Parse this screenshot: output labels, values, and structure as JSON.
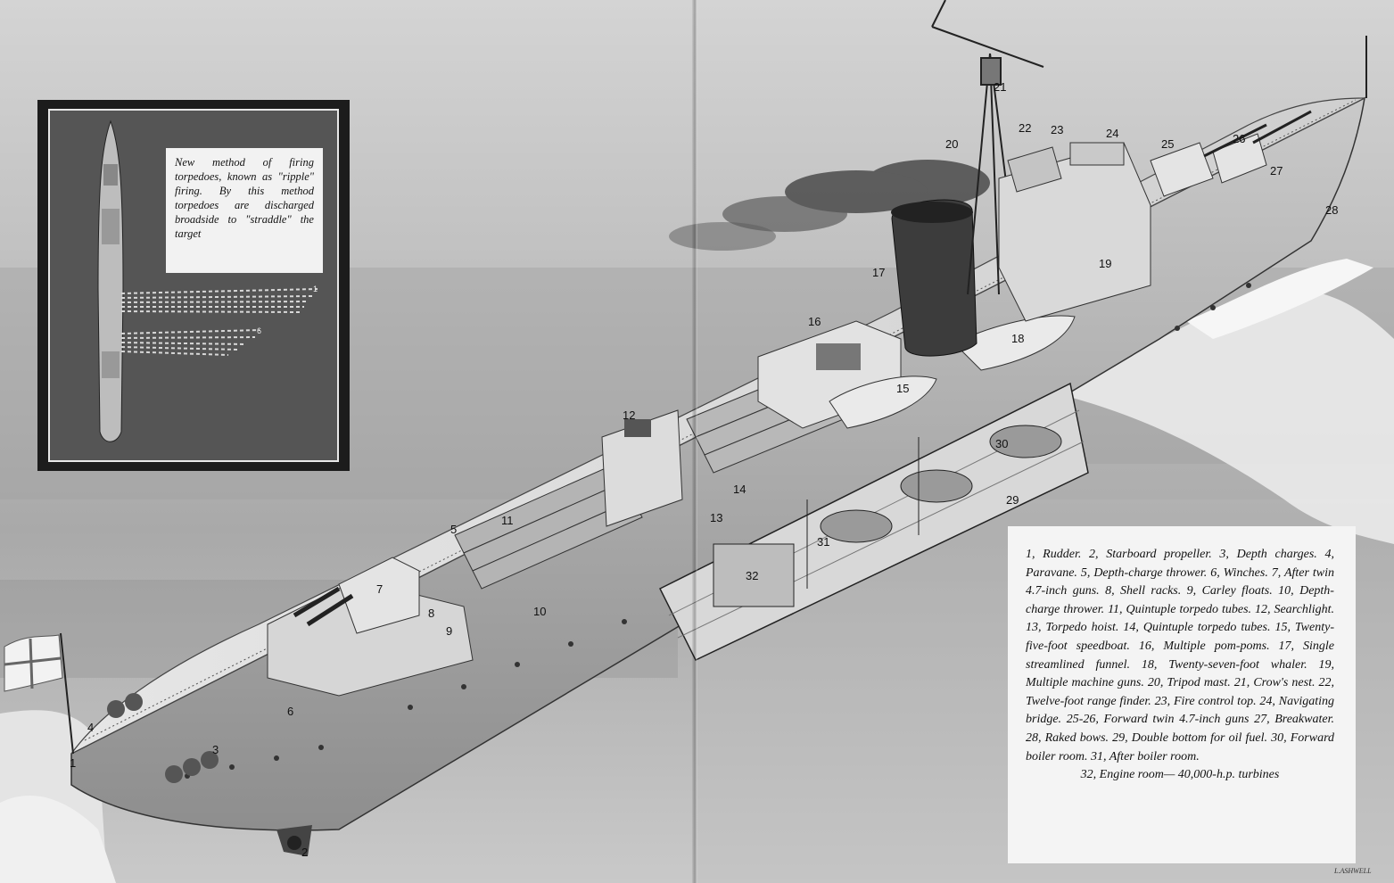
{
  "inset": {
    "caption": "New method of firing torpedoes, known as \"ripple\" firing. By this method torpedoes are discharged broadside to \"straddle\" the target",
    "ripple_labels_upper": [
      "1"
    ],
    "ripple_labels_lower": [
      "6"
    ]
  },
  "callouts": [
    "1",
    "2",
    "3",
    "4",
    "5",
    "6",
    "7",
    "8",
    "9",
    "10",
    "11",
    "12",
    "13",
    "14",
    "15",
    "16",
    "17",
    "18",
    "19",
    "20",
    "21",
    "22",
    "23",
    "24",
    "25",
    "26",
    "27",
    "28",
    "29",
    "30",
    "31",
    "32"
  ],
  "key": {
    "entries": [
      "1, Rudder.",
      "2, Starboard propeller.",
      "3, Depth charges.",
      "4, Paravane.",
      "5, Depth-charge thrower.",
      "6, Winches.",
      "7, After twin 4.7-inch guns.",
      "8, Shell racks.",
      "9, Carley floats.",
      "10, Depth-charge thrower.",
      "11, Quintuple torpedo tubes.",
      "12, Searchlight.",
      "13, Torpedo hoist.",
      "14, Quintuple torpedo tubes.",
      "15, Twenty-five-foot speedboat.",
      "16, Multiple pom-poms.",
      "17, Single streamlined funnel.",
      "18, Twenty-seven-foot whaler.",
      "19, Multiple machine guns.",
      "20, Tripod mast.",
      "21, Crow's nest.",
      "22, Twelve-foot range finder.",
      "23, Fire control top.",
      "24, Navigating bridge.",
      "25-26, Forward twin 4.7-inch guns",
      "27, Breakwater.",
      "28, Raked bows.",
      "29, Double bottom for oil fuel.",
      "30, Forward boiler room.",
      "31, After boiler room."
    ],
    "last_entry": "32, Engine room— 40,000-h.p. turbines"
  },
  "signature": "L.ASHWELL"
}
